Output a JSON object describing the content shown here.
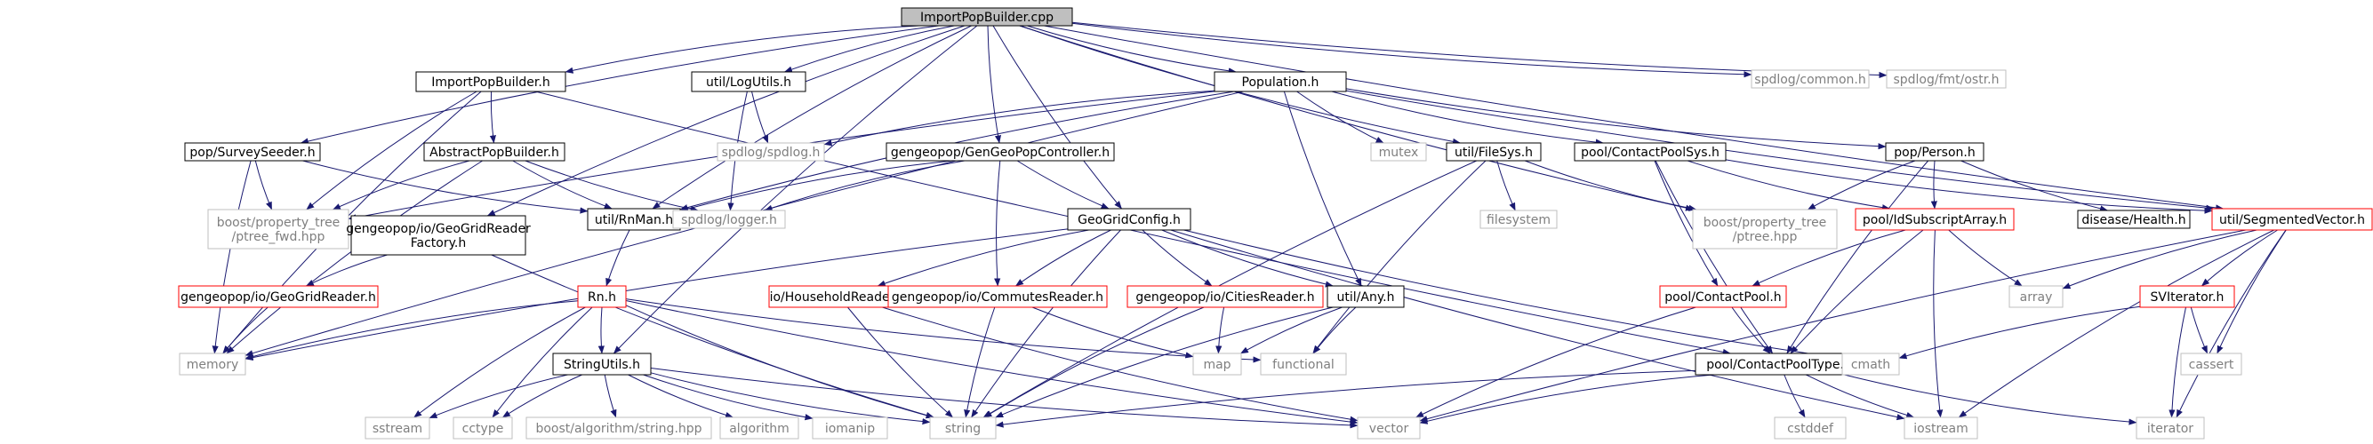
{
  "colors": {
    "edge": "#191970",
    "root_fill": "#bfbfbf",
    "node_border": "#000000",
    "missing_border": "#bfbfbf",
    "missing_text": "#7f7f7f",
    "incomplete_border": "#ff0000"
  },
  "nodes": [
    {
      "id": "root",
      "label": "ImportPopBuilder.cpp",
      "style": "root"
    },
    {
      "id": "ipb_h",
      "label": "ImportPopBuilder.h",
      "style": "normal"
    },
    {
      "id": "logutils",
      "label": "util/LogUtils.h",
      "style": "normal"
    },
    {
      "id": "population",
      "label": "Population.h",
      "style": "normal"
    },
    {
      "id": "spd_common",
      "label": "spdlog/common.h",
      "style": "missing"
    },
    {
      "id": "spd_ostr",
      "label": "spdlog/fmt/ostr.h",
      "style": "missing"
    },
    {
      "id": "surveyseeder",
      "label": "pop/SurveySeeder.h",
      "style": "normal"
    },
    {
      "id": "abstractpb",
      "label": "AbstractPopBuilder.h",
      "style": "normal"
    },
    {
      "id": "spd_spdlog",
      "label": "spdlog/spdlog.h",
      "style": "missing"
    },
    {
      "id": "gengeo",
      "label": "gengeopop/GenGeoPopController.h",
      "style": "normal"
    },
    {
      "id": "mutex",
      "label": "mutex",
      "style": "missing"
    },
    {
      "id": "filesys",
      "label": "util/FileSys.h",
      "style": "normal"
    },
    {
      "id": "cpsys",
      "label": "pool/ContactPoolSys.h",
      "style": "normal"
    },
    {
      "id": "person",
      "label": "pop/Person.h",
      "style": "normal"
    },
    {
      "id": "segvec",
      "label": "util/SegmentedVector.h",
      "style": "incomplete"
    },
    {
      "id": "ptree_fwd",
      "label": [
        "boost/property_tree",
        "/ptree_fwd.hpp"
      ],
      "style": "missing"
    },
    {
      "id": "rnman",
      "label": "util/RnMan.h",
      "style": "normal"
    },
    {
      "id": "spd_logger",
      "label": "spdlog/logger.h",
      "style": "missing"
    },
    {
      "id": "filesystem",
      "label": "filesystem",
      "style": "missing"
    },
    {
      "id": "ptree",
      "label": [
        "boost/property_tree",
        "/ptree.hpp"
      ],
      "style": "missing"
    },
    {
      "id": "idsub",
      "label": "pool/IdSubscriptArray.h",
      "style": "incomplete"
    },
    {
      "id": "health",
      "label": "disease/Health.h",
      "style": "normal"
    },
    {
      "id": "ggrfactory",
      "label": [
        "gengeopop/io/GeoGridReader",
        "Factory.h"
      ],
      "style": "normal"
    },
    {
      "id": "geogridconfig",
      "label": "GeoGridConfig.h",
      "style": "normal"
    },
    {
      "id": "ggreader",
      "label": "gengeopop/io/GeoGridReader.h",
      "style": "incomplete"
    },
    {
      "id": "rn",
      "label": "Rn.h",
      "style": "incomplete"
    },
    {
      "id": "household",
      "label": "io/HouseholdReader.h",
      "style": "incomplete"
    },
    {
      "id": "commutes",
      "label": "gengeopop/io/CommutesReader.h",
      "style": "incomplete"
    },
    {
      "id": "cities",
      "label": "gengeopop/io/CitiesReader.h",
      "style": "incomplete"
    },
    {
      "id": "any",
      "label": "util/Any.h",
      "style": "normal"
    },
    {
      "id": "contactpool",
      "label": "pool/ContactPool.h",
      "style": "incomplete"
    },
    {
      "id": "array",
      "label": "array",
      "style": "missing"
    },
    {
      "id": "sviterator",
      "label": "SVIterator.h",
      "style": "incomplete"
    },
    {
      "id": "memory",
      "label": "memory",
      "style": "missing"
    },
    {
      "id": "stringutils",
      "label": "StringUtils.h",
      "style": "normal"
    },
    {
      "id": "map",
      "label": "map",
      "style": "missing"
    },
    {
      "id": "functional",
      "label": "functional",
      "style": "missing"
    },
    {
      "id": "cptype",
      "label": "pool/ContactPoolType.h",
      "style": "normal"
    },
    {
      "id": "cmath",
      "label": "cmath",
      "style": "missing"
    },
    {
      "id": "cassert",
      "label": "cassert",
      "style": "missing"
    },
    {
      "id": "sstream",
      "label": "sstream",
      "style": "missing"
    },
    {
      "id": "cctype",
      "label": "cctype",
      "style": "missing"
    },
    {
      "id": "boostalgo",
      "label": "boost/algorithm/string.hpp",
      "style": "missing"
    },
    {
      "id": "algorithm",
      "label": "algorithm",
      "style": "missing"
    },
    {
      "id": "iomanip",
      "label": "iomanip",
      "style": "missing"
    },
    {
      "id": "string",
      "label": "string",
      "style": "missing"
    },
    {
      "id": "vector",
      "label": "vector",
      "style": "missing"
    },
    {
      "id": "cstddef",
      "label": "cstddef",
      "style": "missing"
    },
    {
      "id": "iostream",
      "label": "iostream",
      "style": "missing"
    },
    {
      "id": "iterator",
      "label": "iterator",
      "style": "missing"
    }
  ],
  "edges": [
    [
      "root",
      "ipb_h"
    ],
    [
      "root",
      "logutils"
    ],
    [
      "root",
      "population"
    ],
    [
      "root",
      "spd_common"
    ],
    [
      "root",
      "spd_ostr"
    ],
    [
      "root",
      "surveyseeder"
    ],
    [
      "root",
      "gengeo"
    ],
    [
      "root",
      "rnman"
    ],
    [
      "root",
      "ggrfactory"
    ],
    [
      "root",
      "geogridconfig"
    ],
    [
      "root",
      "stringutils"
    ],
    [
      "root",
      "filesys"
    ],
    [
      "root",
      "ptree"
    ],
    [
      "root",
      "segvec"
    ],
    [
      "ipb_h",
      "abstractpb"
    ],
    [
      "ipb_h",
      "ptree_fwd"
    ],
    [
      "ipb_h",
      "memory"
    ],
    [
      "ipb_h",
      "cptype"
    ],
    [
      "logutils",
      "spd_spdlog"
    ],
    [
      "logutils",
      "spd_logger"
    ],
    [
      "population",
      "spd_spdlog"
    ],
    [
      "population",
      "mutex"
    ],
    [
      "population",
      "cpsys"
    ],
    [
      "population",
      "person"
    ],
    [
      "population",
      "segvec"
    ],
    [
      "population",
      "rnman"
    ],
    [
      "population",
      "any"
    ],
    [
      "population",
      "ptree_fwd"
    ],
    [
      "population",
      "memory"
    ],
    [
      "surveyseeder",
      "ptree_fwd"
    ],
    [
      "surveyseeder",
      "rnman"
    ],
    [
      "surveyseeder",
      "memory"
    ],
    [
      "abstractpb",
      "ptree_fwd"
    ],
    [
      "abstractpb",
      "rnman"
    ],
    [
      "abstractpb",
      "spd_logger"
    ],
    [
      "abstractpb",
      "memory"
    ],
    [
      "gengeo",
      "rnman"
    ],
    [
      "gengeo",
      "spd_logger"
    ],
    [
      "gengeo",
      "geogridconfig"
    ],
    [
      "gengeo",
      "commutes"
    ],
    [
      "filesys",
      "filesystem"
    ],
    [
      "filesys",
      "ptree"
    ],
    [
      "filesys",
      "functional"
    ],
    [
      "filesys",
      "string"
    ],
    [
      "cpsys",
      "idsub"
    ],
    [
      "cpsys",
      "contactpool"
    ],
    [
      "cpsys",
      "cptype"
    ],
    [
      "cpsys",
      "segvec"
    ],
    [
      "person",
      "ptree"
    ],
    [
      "person",
      "idsub"
    ],
    [
      "person",
      "health"
    ],
    [
      "person",
      "cptype"
    ],
    [
      "segvec",
      "array"
    ],
    [
      "segvec",
      "sviterator"
    ],
    [
      "segvec",
      "cassert"
    ],
    [
      "segvec",
      "iterator"
    ],
    [
      "segvec",
      "iostream"
    ],
    [
      "segvec",
      "vector"
    ],
    [
      "rnman",
      "rn"
    ],
    [
      "idsub",
      "contactpool"
    ],
    [
      "idsub",
      "cptype"
    ],
    [
      "idsub",
      "array"
    ],
    [
      "idsub",
      "iostream"
    ],
    [
      "ggrfactory",
      "ggreader"
    ],
    [
      "ggrfactory",
      "string"
    ],
    [
      "geogridconfig",
      "household"
    ],
    [
      "geogridconfig",
      "commutes"
    ],
    [
      "geogridconfig",
      "cities"
    ],
    [
      "geogridconfig",
      "any"
    ],
    [
      "geogridconfig",
      "cmath"
    ],
    [
      "geogridconfig",
      "iostream"
    ],
    [
      "geogridconfig",
      "memory"
    ],
    [
      "geogridconfig",
      "string"
    ],
    [
      "ggreader",
      "memory"
    ],
    [
      "rn",
      "stringutils"
    ],
    [
      "rn",
      "memory"
    ],
    [
      "rn",
      "functional"
    ],
    [
      "rn",
      "sstream"
    ],
    [
      "rn",
      "cctype"
    ],
    [
      "rn",
      "string"
    ],
    [
      "rn",
      "vector"
    ],
    [
      "household",
      "string"
    ],
    [
      "household",
      "vector"
    ],
    [
      "commutes",
      "map"
    ],
    [
      "commutes",
      "string"
    ],
    [
      "cities",
      "map"
    ],
    [
      "cities",
      "string"
    ],
    [
      "any",
      "map"
    ],
    [
      "any",
      "functional"
    ],
    [
      "any",
      "string"
    ],
    [
      "contactpool",
      "cptype"
    ],
    [
      "contactpool",
      "vector"
    ],
    [
      "sviterator",
      "cmath"
    ],
    [
      "sviterator",
      "cassert"
    ],
    [
      "sviterator",
      "iterator"
    ],
    [
      "stringutils",
      "sstream"
    ],
    [
      "stringutils",
      "cctype"
    ],
    [
      "stringutils",
      "boostalgo"
    ],
    [
      "stringutils",
      "algorithm"
    ],
    [
      "stringutils",
      "iomanip"
    ],
    [
      "stringutils",
      "string"
    ],
    [
      "stringutils",
      "vector"
    ],
    [
      "cptype",
      "cstddef"
    ],
    [
      "cptype",
      "iostream"
    ],
    [
      "cptype",
      "string"
    ],
    [
      "cptype",
      "vector"
    ],
    [
      "cptype",
      "iterator"
    ]
  ]
}
